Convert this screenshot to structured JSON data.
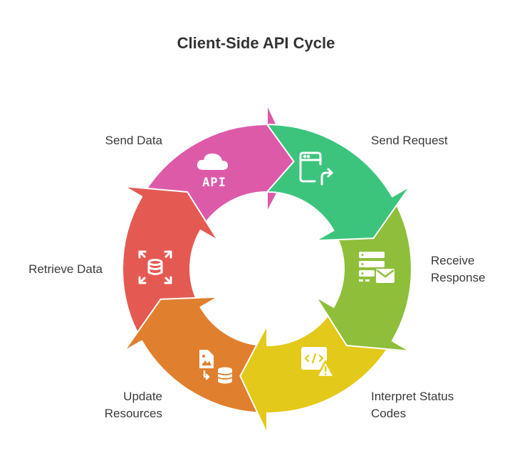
{
  "title": "Client-Side API Cycle",
  "steps": [
    {
      "label": "Send Request",
      "color": "#3cc47c",
      "icon": "browser-window-send-icon"
    },
    {
      "label": "Receive Response",
      "color": "#8fbf3a",
      "icon": "server-mail-icon"
    },
    {
      "label": "Interpret Status Codes",
      "label_line1": "Interpret Status",
      "label_line2": "Codes",
      "color": "#e3c919",
      "icon": "code-warning-icon"
    },
    {
      "label": "Update Resources",
      "label_line1": "Update",
      "label_line2": "Resources",
      "color": "#e07f2e",
      "icon": "file-database-icon"
    },
    {
      "label": "Retrieve Data",
      "color": "#e45a52",
      "icon": "database-expand-icon"
    },
    {
      "label": "Send Data",
      "color": "#dd5aa9",
      "icon": "cloud-api-icon",
      "icon_text": "API"
    }
  ]
}
